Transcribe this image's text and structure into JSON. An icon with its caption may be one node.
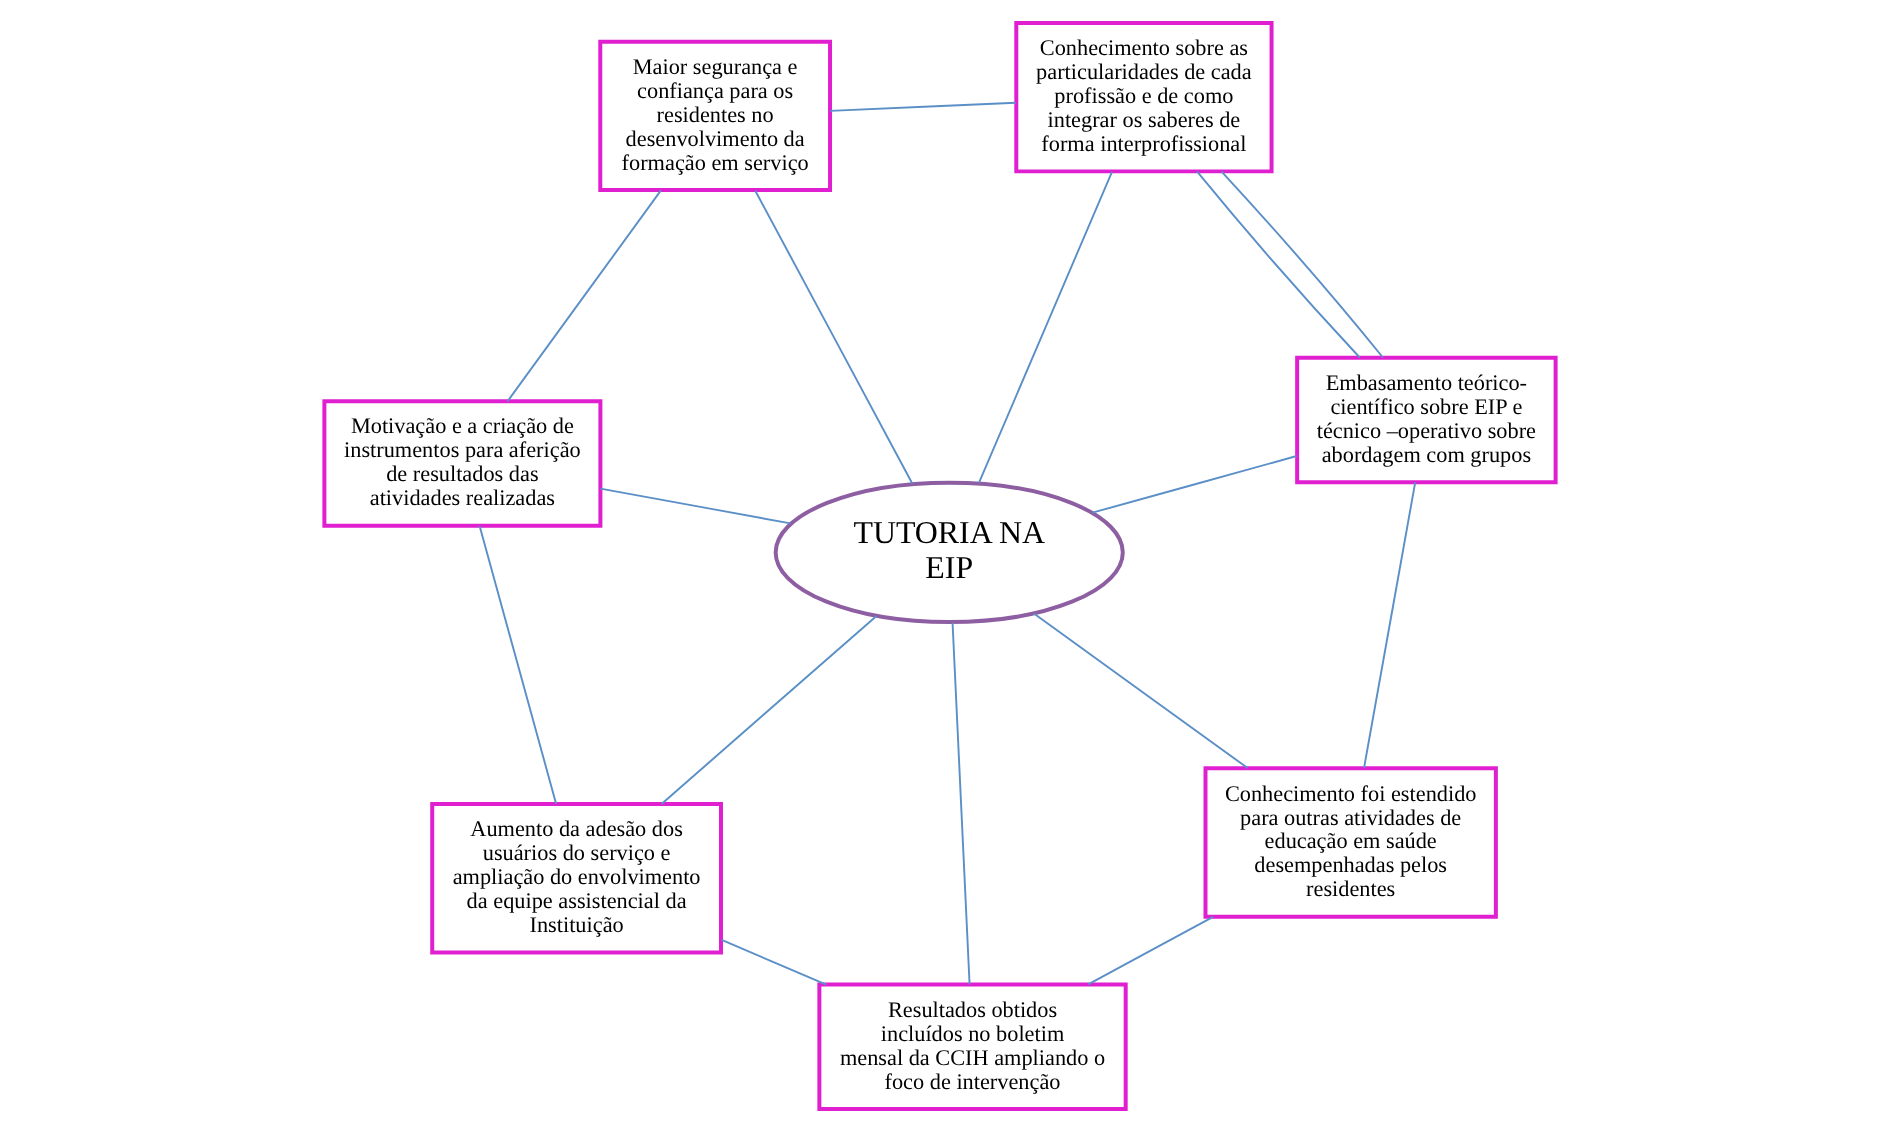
{
  "diagram": {
    "nodes": [
      {
        "text": [
          "Conhecimento sobre as particularidades de cada profissão e de como integrar os saberes de forma interprofissional"
        ]
      },
      {
        "text": [
          "Maior segurança e confiança para os residentes no desenvolvimento da formação em serviço"
        ]
      },
      {
        "text": [
          "Embasamento teórico-científico sobre EIP e técnico –operativo sobre abordagem com grupos"
        ]
      },
      {
        "text": [
          "TUTORIA NA EIP"
        ]
      },
      {
        "text": [
          "Conhecimento foi estendido para outras atividades de educação em saúde desempenhadas pelos residentes"
        ]
      },
      {
        "text": [
          "Motivação e a criação de instrumentos para aferição de resultados das atividades realizadas"
        ]
      },
      {
        "text": [
          "Aumento da adesão dos usuários do serviço e ampliação do envolvimento da equipe assistencial da Instituição"
        ]
      },
      {
        "text": [
          "Resultados obtidos incluídos no boletim mensal da CCIH ampliando o foco de intervenção"
        ]
      }
    ],
    "edges": [
      {
        "from": 2,
        "to": 0,
        "arrow": "none"
      },
      {
        "from": 2,
        "to": 0,
        "arrow": "none"
      },
      {
        "from": 2,
        "to": 3,
        "arrow": "none"
      },
      {
        "from": 0,
        "to": 3,
        "arrow": "none"
      },
      {
        "from": 0,
        "to": 1,
        "arrow": "none"
      },
      {
        "from": 1,
        "to": 5,
        "arrow": "none"
      },
      {
        "from": 3,
        "to": 1,
        "arrow": "none"
      },
      {
        "from": 3,
        "to": 5,
        "arrow": "none"
      },
      {
        "from": 2,
        "to": 4,
        "arrow": "none"
      },
      {
        "from": 3,
        "to": 4,
        "arrow": "none"
      },
      {
        "from": 4,
        "to": 7,
        "arrow": "none"
      },
      {
        "from": 3,
        "to": 7,
        "arrow": "none"
      },
      {
        "from": 3,
        "to": 6,
        "arrow": "none"
      },
      {
        "from": 5,
        "to": 6,
        "arrow": "none"
      },
      {
        "from": 7,
        "to": 6,
        "arrow": "none"
      }
    ]
  }
}
